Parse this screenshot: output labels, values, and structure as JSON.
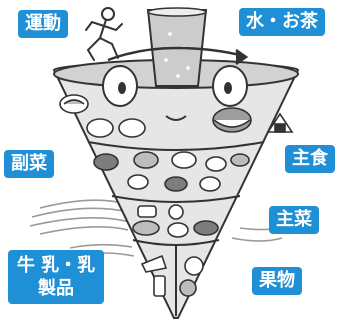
{
  "labels": {
    "exercise": "運動",
    "water_tea": "水・お茶",
    "staple": "主食",
    "side_dish": "副菜",
    "main_dish": "主菜",
    "dairy": "牛 乳・乳製品",
    "fruit": "果物"
  },
  "colors": {
    "label_bg": "#1f8fd6",
    "label_text": "#ffffff",
    "cone_fill": "#e6e6e6",
    "outline": "#333333"
  },
  "icons": [
    "running-figure-icon",
    "water-glass-icon",
    "face-eyes-icon",
    "rotation-arrow-icon"
  ]
}
